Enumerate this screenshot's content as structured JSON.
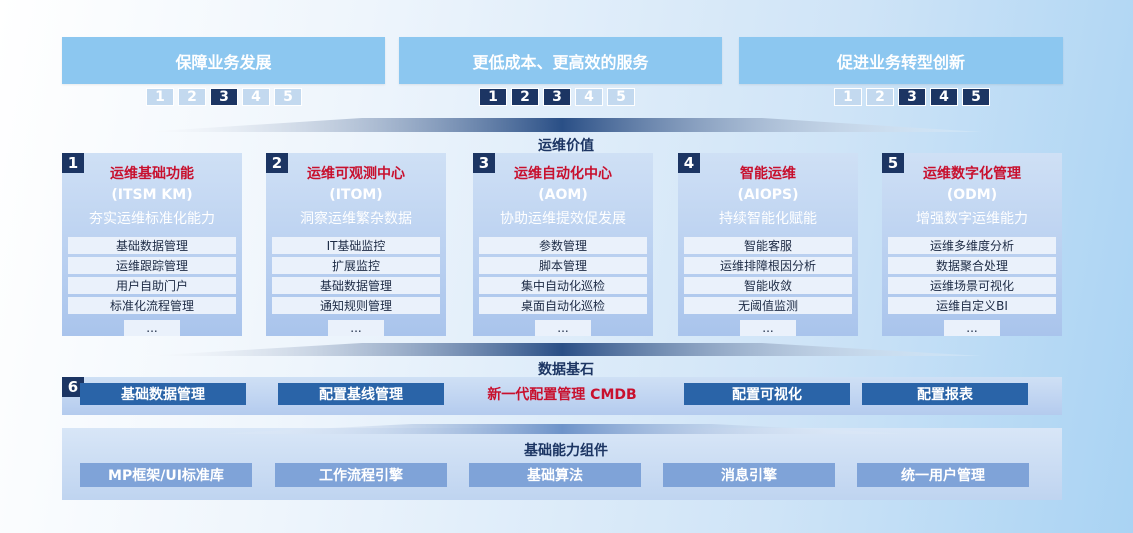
{
  "goals": [
    {
      "label": "保障业务发展",
      "nums": [
        "1",
        "2",
        "3",
        "4",
        "5"
      ],
      "active": [
        2
      ]
    },
    {
      "label": "更低成本、更高效的服务",
      "nums": [
        "1",
        "2",
        "3",
        "4",
        "5"
      ],
      "active": [
        0,
        1,
        2
      ]
    },
    {
      "label": "促进业务转型创新",
      "nums": [
        "1",
        "2",
        "3",
        "4",
        "5"
      ],
      "active": [
        2,
        3,
        4
      ]
    }
  ],
  "value_label": "运维价值",
  "cards": [
    {
      "num": "1",
      "title": "运维基础功能",
      "sub": "(ITSM KM)",
      "desc": "夯实运维标准化能力",
      "items": [
        "基础数据管理",
        "运维跟踪管理",
        "用户自助门户",
        "标准化流程管理"
      ],
      "more": "..."
    },
    {
      "num": "2",
      "title": "运维可观测中心",
      "sub": "(ITOM)",
      "desc": "洞察运维繁杂数据",
      "items": [
        "IT基础监控",
        "扩展监控",
        "基础数据管理",
        "通知规则管理"
      ],
      "more": "..."
    },
    {
      "num": "3",
      "title": "运维自动化中心",
      "sub": "(AOM)",
      "desc": "协助运维提效促发展",
      "items": [
        "参数管理",
        "脚本管理",
        "集中自动化巡检",
        "桌面自动化巡检"
      ],
      "more": "..."
    },
    {
      "num": "4",
      "title": "智能运维",
      "sub": "(AIOPS)",
      "desc": "持续智能化赋能",
      "items": [
        "智能客服",
        "运维排障根因分析",
        "智能收敛",
        "无阈值监测"
      ],
      "more": "..."
    },
    {
      "num": "5",
      "title": "运维数字化管理",
      "sub": "(ODM)",
      "desc": "增强数字运维能力",
      "items": [
        "运维多维度分析",
        "数据聚合处理",
        "运维场景可视化",
        "运维自定义BI"
      ],
      "more": "..."
    }
  ],
  "data_label": "数据基石",
  "cmdb": {
    "num": "6",
    "buttons": [
      "基础数据管理",
      "配置基线管理",
      "配置可视化",
      "配置报表"
    ],
    "center": "新一代配置管理 CMDB"
  },
  "base": {
    "label": "基础能力组件",
    "buttons": [
      "MP框架/UI标准库",
      "工作流程引擎",
      "基础算法",
      "消息引擎",
      "统一用户管理"
    ]
  },
  "colors": {
    "dark": "#1c3563",
    "accent_red": "#c8102e",
    "goal_blue": "#8cc7f0",
    "cmdb_btn": "#2a64a8",
    "base_btn": "#7fa3d8"
  }
}
